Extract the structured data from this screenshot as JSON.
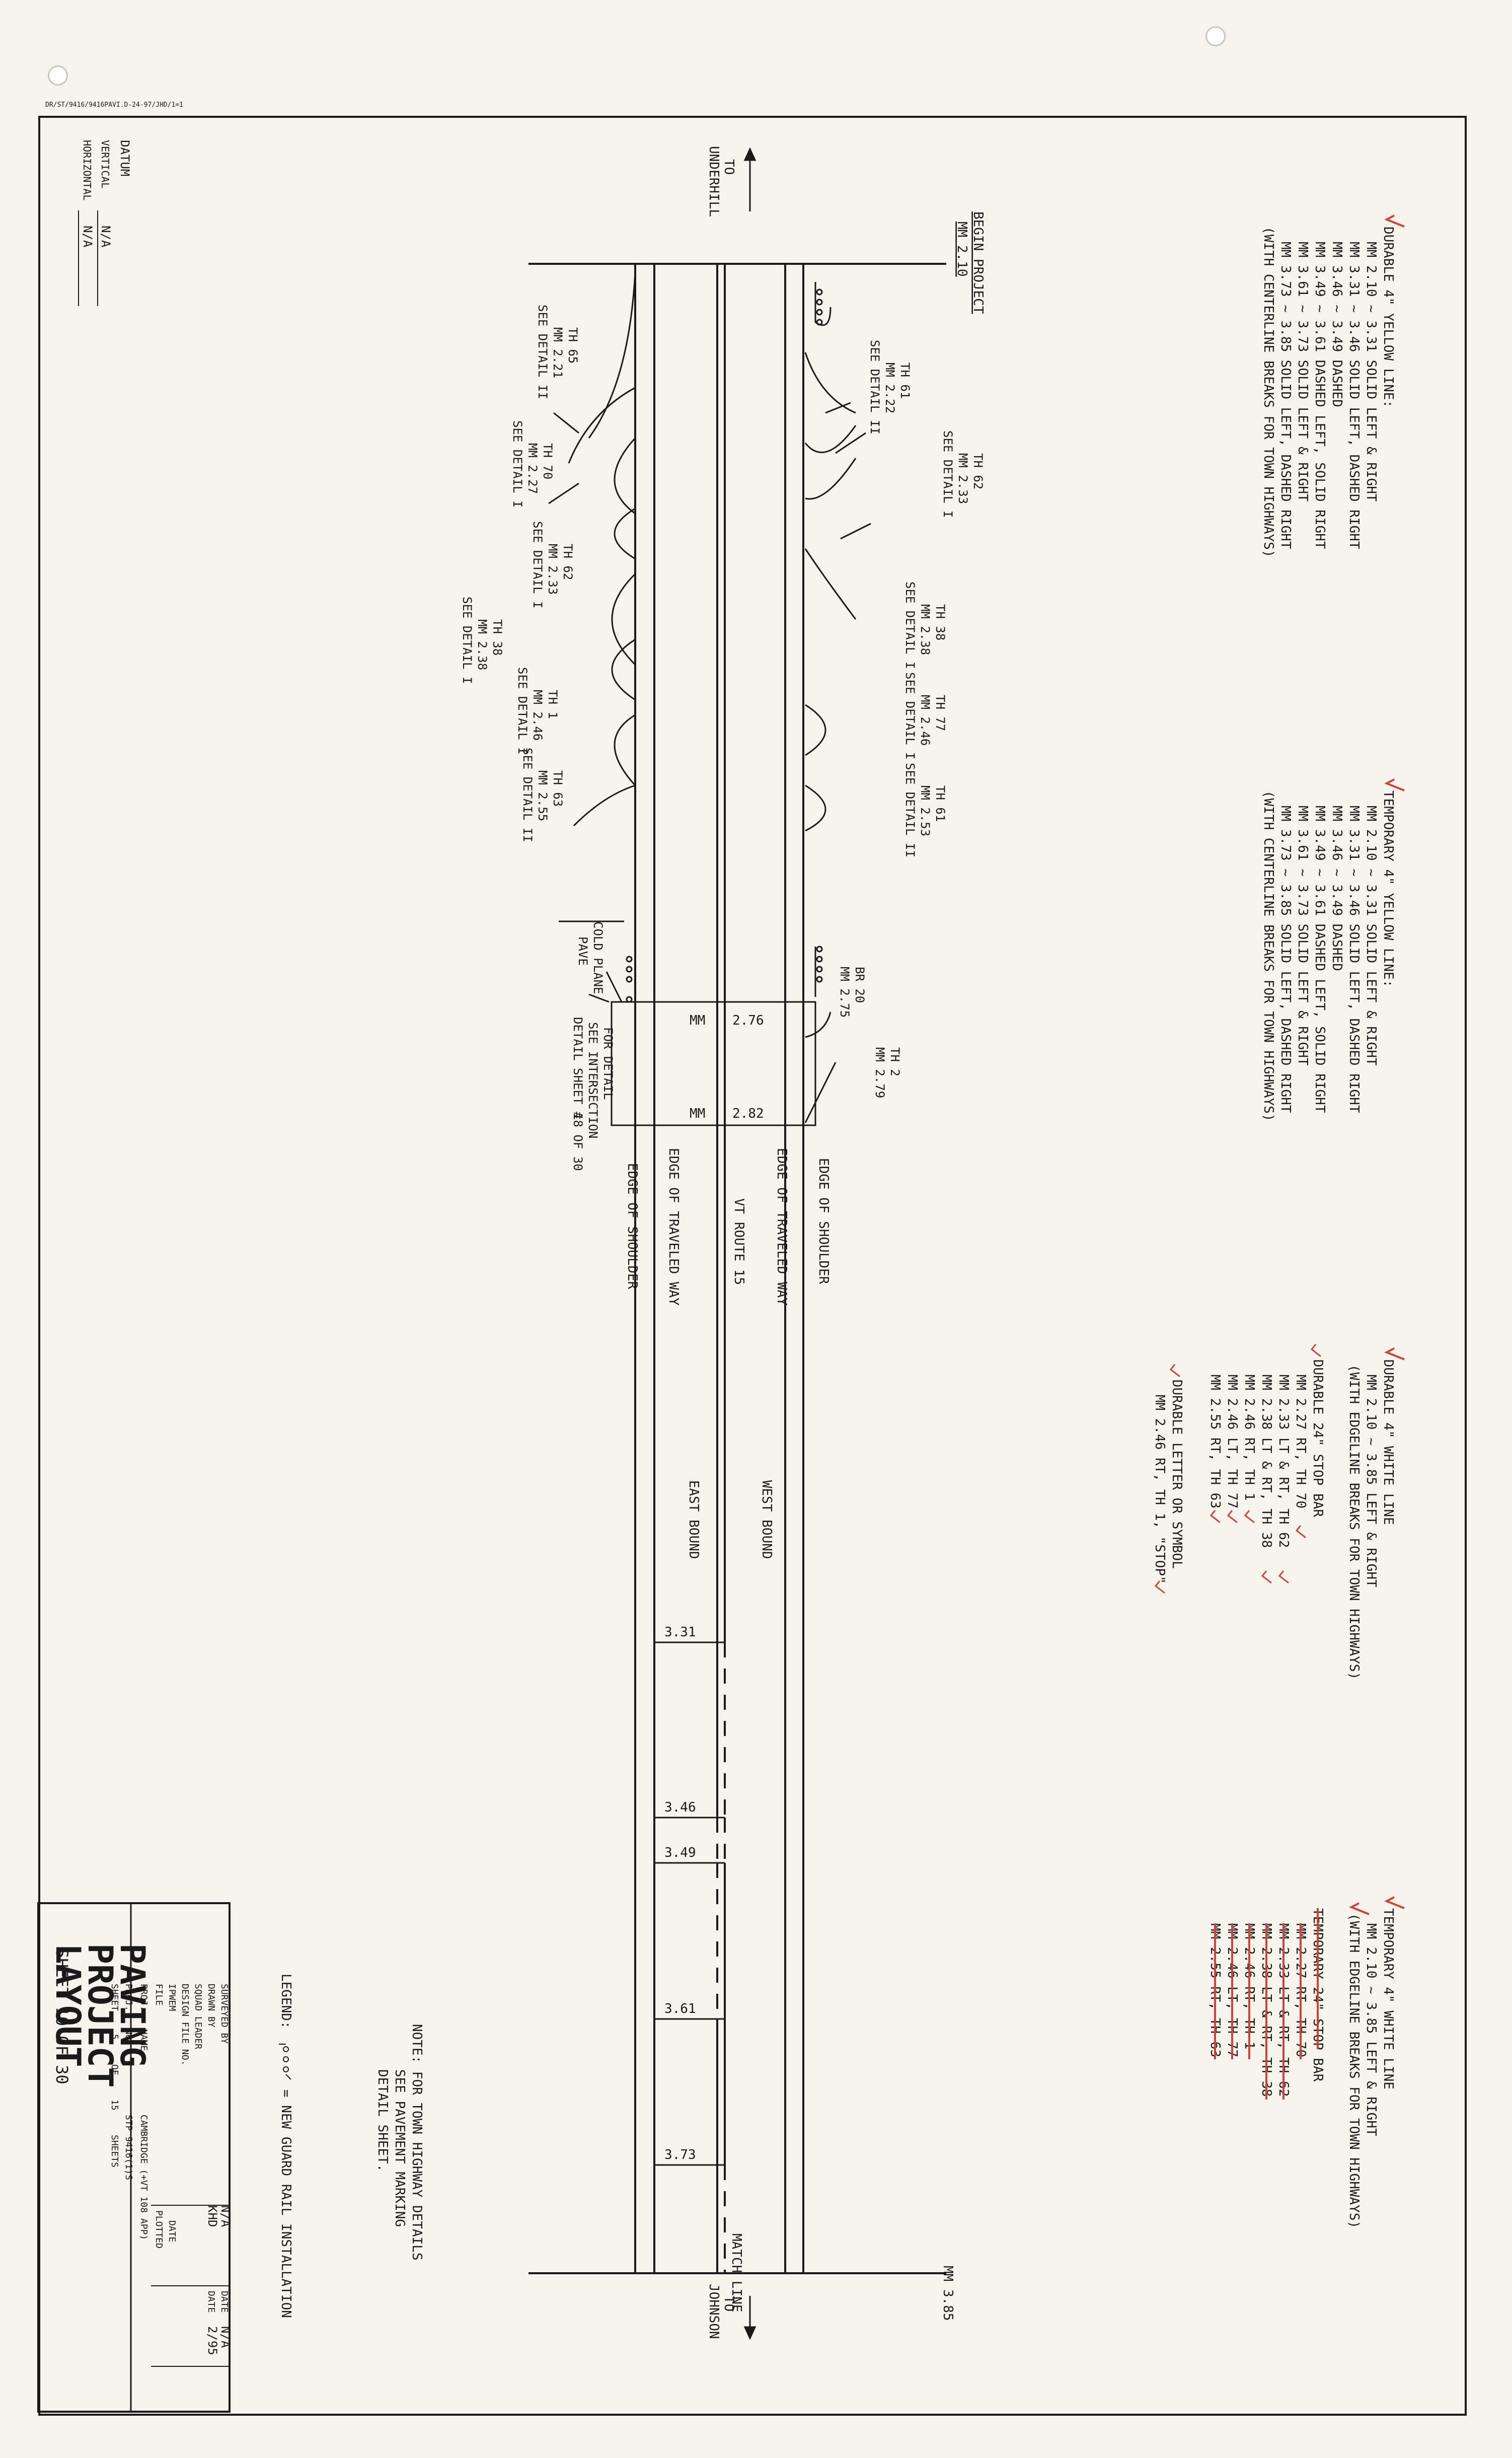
{
  "stamp_text": "DR/ST/9416/9416PAVI.D-24-97/JHD/1=1",
  "datum": {
    "title": "DATUM",
    "vertical_label": "VERTICAL",
    "vertical_value": "N/A",
    "horizontal_label": "HORIZONTAL",
    "horizontal_value": "N/A"
  },
  "road": {
    "to_west": "TO",
    "to_west_place": "UNDERHILL",
    "to_east": "TO",
    "to_east_place": "JOHNSON",
    "begin_project": "BEGIN PROJECT",
    "begin_mm": "MM 2.10",
    "end_mm": "MM 3.85",
    "match_line": "MATCH LINE",
    "route": "VT ROUTE 15",
    "west_bound": "WEST BOUND",
    "east_bound": "EAST BOUND",
    "edge_shoulder_north": "EDGE OF SHOULDER",
    "edge_traveled_north": "EDGE OF TRAVELED WAY",
    "edge_traveled_south": "EDGE OF TRAVELED WAY",
    "edge_shoulder_south": "EDGE OF SHOULDER",
    "mm_276": "MM",
    "mm_276_val": "2.76",
    "mm_282": "MM",
    "mm_282_val": "2.82",
    "stations": [
      "3.31",
      "3.46",
      "3.49",
      "3.61",
      "3.73"
    ]
  },
  "north_labels": [
    {
      "l1": "TH 61",
      "l2": "MM 2.22",
      "l3": "SEE DETAIL II"
    },
    {
      "l1": "TH 62",
      "l2": "MM 2.33",
      "l3": "SEE DETAIL I"
    },
    {
      "l1": "TH 38",
      "l2": "MM 2.38",
      "l3": "SEE DETAIL I"
    },
    {
      "l1": "TH 77",
      "l2": "MM 2.46",
      "l3": "SEE DETAIL I"
    },
    {
      "l1": "TH 61",
      "l2": "MM 2.53",
      "l3": "SEE DETAIL II"
    },
    {
      "l1": "BR 20",
      "l2": "MM 2.75",
      "l3": ""
    },
    {
      "l1": "TH 2",
      "l2": "MM 2.79",
      "l3": ""
    }
  ],
  "south_labels": [
    {
      "l1": "TH 65",
      "l2": "MM 2.21",
      "l3": "SEE DETAIL II"
    },
    {
      "l1": "TH 70",
      "l2": "MM 2.27",
      "l3": "SEE DETAIL I"
    },
    {
      "l1": "TH 62",
      "l2": "MM 2.33",
      "l3": "SEE DETAIL I"
    },
    {
      "l1": "TH 38",
      "l2": "MM 2.38",
      "l3": "SEE DETAIL I"
    },
    {
      "l1": "TH 1",
      "l2": "MM 2.46",
      "l3": "SEE DETAIL I"
    },
    {
      "l1": "TH 63",
      "l2": "MM 2.55",
      "l3": "SEE DETAIL II"
    }
  ],
  "cold_plane": [
    "COLD PLANE",
    "PAVE"
  ],
  "for_detail": [
    "FOR DETAIL",
    "SEE INTERSECTION",
    "DETAIL SHEET #"
  ],
  "for_detail_handwritten": "18 OF 30",
  "notes_yellow_durable": {
    "title": "DURABLE 4\" YELLOW LINE:",
    "lines": [
      "MM 2.10 ~ 3.31  SOLID LEFT & RIGHT",
      "MM 3.31 ~ 3.46  SOLID LEFT, DASHED RIGHT",
      "MM 3.46 ~ 3.49  DASHED",
      "MM 3.49 ~ 3.61  DASHED LEFT, SOLID RIGHT",
      "MM 3.61 ~ 3.73  SOLID LEFT & RIGHT",
      "MM 3.73 ~ 3.85  SOLID LEFT, DASHED RIGHT",
      "(WITH CENTERLINE BREAKS FOR TOWN HIGHWAYS)"
    ]
  },
  "notes_yellow_temp": {
    "title": "TEMPORARY 4\" YELLOW LINE:",
    "lines": [
      "MM 2.10 ~ 3.31  SOLID LEFT & RIGHT",
      "MM 3.31 ~ 3.46  SOLID LEFT, DASHED RIGHT",
      "MM 3.46 ~ 3.49  DASHED",
      "MM 3.49 ~ 3.61  DASHED LEFT, SOLID RIGHT",
      "MM 3.61 ~ 3.73  SOLID LEFT & RIGHT",
      "MM 3.73 ~ 3.85  SOLID LEFT, DASHED RIGHT",
      "(WITH CENTERLINE BREAKS FOR TOWN HIGHWAYS)"
    ]
  },
  "notes_white_durable": {
    "title": "DURABLE 4\" WHITE LINE",
    "lines": [
      "MM 2.10 ~ 3.85 LEFT & RIGHT",
      "(WITH EDGELINE BREAKS FOR TOWN HIGHWAYS)"
    ]
  },
  "notes_stopbar_durable": {
    "title": "DURABLE 24\" STOP BAR",
    "lines": [
      "MM 2.27 RT, TH 70",
      "MM 2.33 LT & RT, TH 62",
      "MM 2.38 LT & RT, TH 38",
      "MM 2.46 RT, TH 1",
      "MM 2.46 LT, TH 77",
      "MM 2.55 RT, TH 63"
    ]
  },
  "notes_symbol": {
    "title": "DURABLE LETTER OR SYMBOL",
    "lines": [
      "MM 2.46 RT, TH 1, \"STOP\""
    ]
  },
  "notes_white_temp": {
    "title": "TEMPORARY 4\" WHITE LINE",
    "lines": [
      "MM 2.10 ~ 3.85 LEFT & RIGHT",
      "(WITH EDGELINE BREAKS FOR TOWN HIGHWAYS)"
    ]
  },
  "notes_stopbar_temp": {
    "title": "TEMPORARY 24\" STOP BAR",
    "lines": [
      "MM 2.27 RT, TH 70",
      "MM 2.33 LT & RT, TH 62",
      "MM 2.38 LT & RT, TH 38",
      "MM 2.46 RT, TH 1",
      "MM 2.46 LT, TH 77",
      "MM 2.55 RT, TH 63"
    ]
  },
  "note_town": [
    "NOTE: FOR TOWN HIGHWAY DETAILS",
    "SEE PAVEMENT MARKING",
    "DETAIL SHEET."
  ],
  "legend": {
    "label": "LEGEND:",
    "text": "= NEW GUARD RAIL INSTALLATION"
  },
  "title_block": {
    "title1": "PAVING",
    "title2": "PROJECT",
    "title3": "LAYOUT",
    "sheet_hand": "SHEET 10 OF 30",
    "surveyed_by": "SURVEYED BY",
    "surveyed_val": "N/A",
    "drawn_by": "DRAWN BY",
    "drawn_val": "KHD",
    "squad_leader": "SQUAD LEADER",
    "design_file": "DESIGN FILE NO.",
    "ipwem": "IPWEM",
    "file": "FILE",
    "date_label": "DATE",
    "date_val": "N/A",
    "date2_label": "DATE",
    "date2_val": "2/95",
    "date_plotted": "DATE",
    "plotted": "PLOTTED",
    "proj_name_label": "PROJ.",
    "proj_name_label2": "NAME",
    "proj_name": "CAMBRIDGE (+VT 108 APP)",
    "proj_no_label": "PROJ.",
    "proj_no_label2": "NO.",
    "proj_no": "STP 9416(1)S",
    "sheet_label": "SHEET",
    "sheet_num": "5",
    "of_label": "OF",
    "sheet_total": "15",
    "sheets_label": "SHEETS"
  },
  "colors": {
    "ink": "#1a1a1a",
    "red": "#c8453d",
    "paper": "#f5f3ec"
  }
}
